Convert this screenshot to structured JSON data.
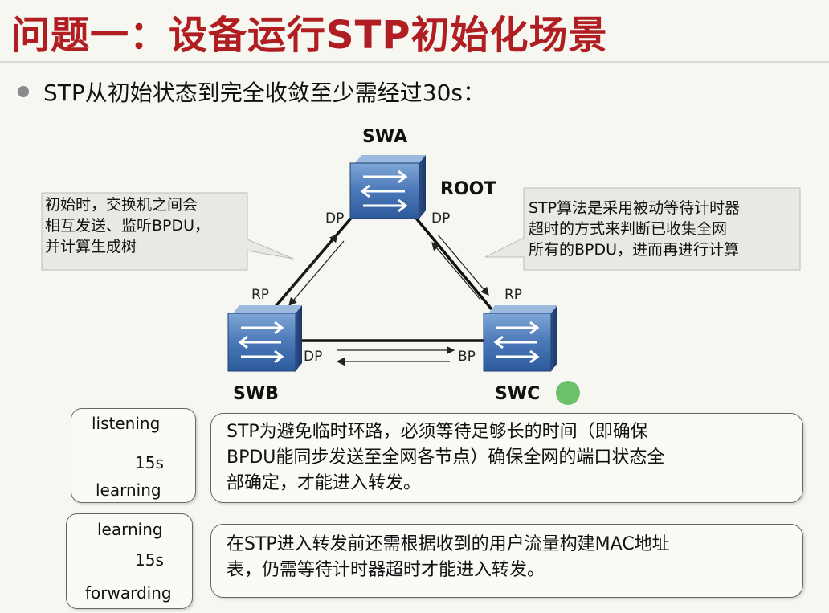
{
  "title": "问题一：设备运行STP初始化场景",
  "bullet": "STP从初始状态到完全收敛至少需经过30s：",
  "diagram": {
    "nodes": {
      "swa": "SWA",
      "root": "ROOT",
      "swb": "SWB",
      "swc": "SWC"
    },
    "ports": {
      "swa_left": "DP",
      "swa_right": "DP",
      "swb_top": "RP",
      "swb_right": "DP",
      "swc_top": "RP",
      "swc_left": "BP"
    },
    "callout_left": [
      "初始时，交换机之间会",
      "相互发送、监听BPDU，",
      "并计算生成树"
    ],
    "callout_right": [
      "STP算法是采用被动等待计时器",
      "超时的方式来判断已收集全网",
      "所有的BPDU，进而再进行计算"
    ],
    "status_color": "#6cc06a"
  },
  "phases": [
    {
      "from": "listening",
      "duration": "15s",
      "to": "learning",
      "desc": [
        "STP为避免临时环路，必须等待足够长的时间（即确保",
        "BPDU能同步发送至全网各节点）确保全网的端口状态全",
        "部确定，才能进入转发。"
      ]
    },
    {
      "from": "learning",
      "duration": "15s",
      "to": "forwarding",
      "desc": [
        "在STP进入转发前还需根据收到的用户流量构建MAC地址",
        "表，仍需等待计时器超时才能进入转发。"
      ]
    }
  ]
}
